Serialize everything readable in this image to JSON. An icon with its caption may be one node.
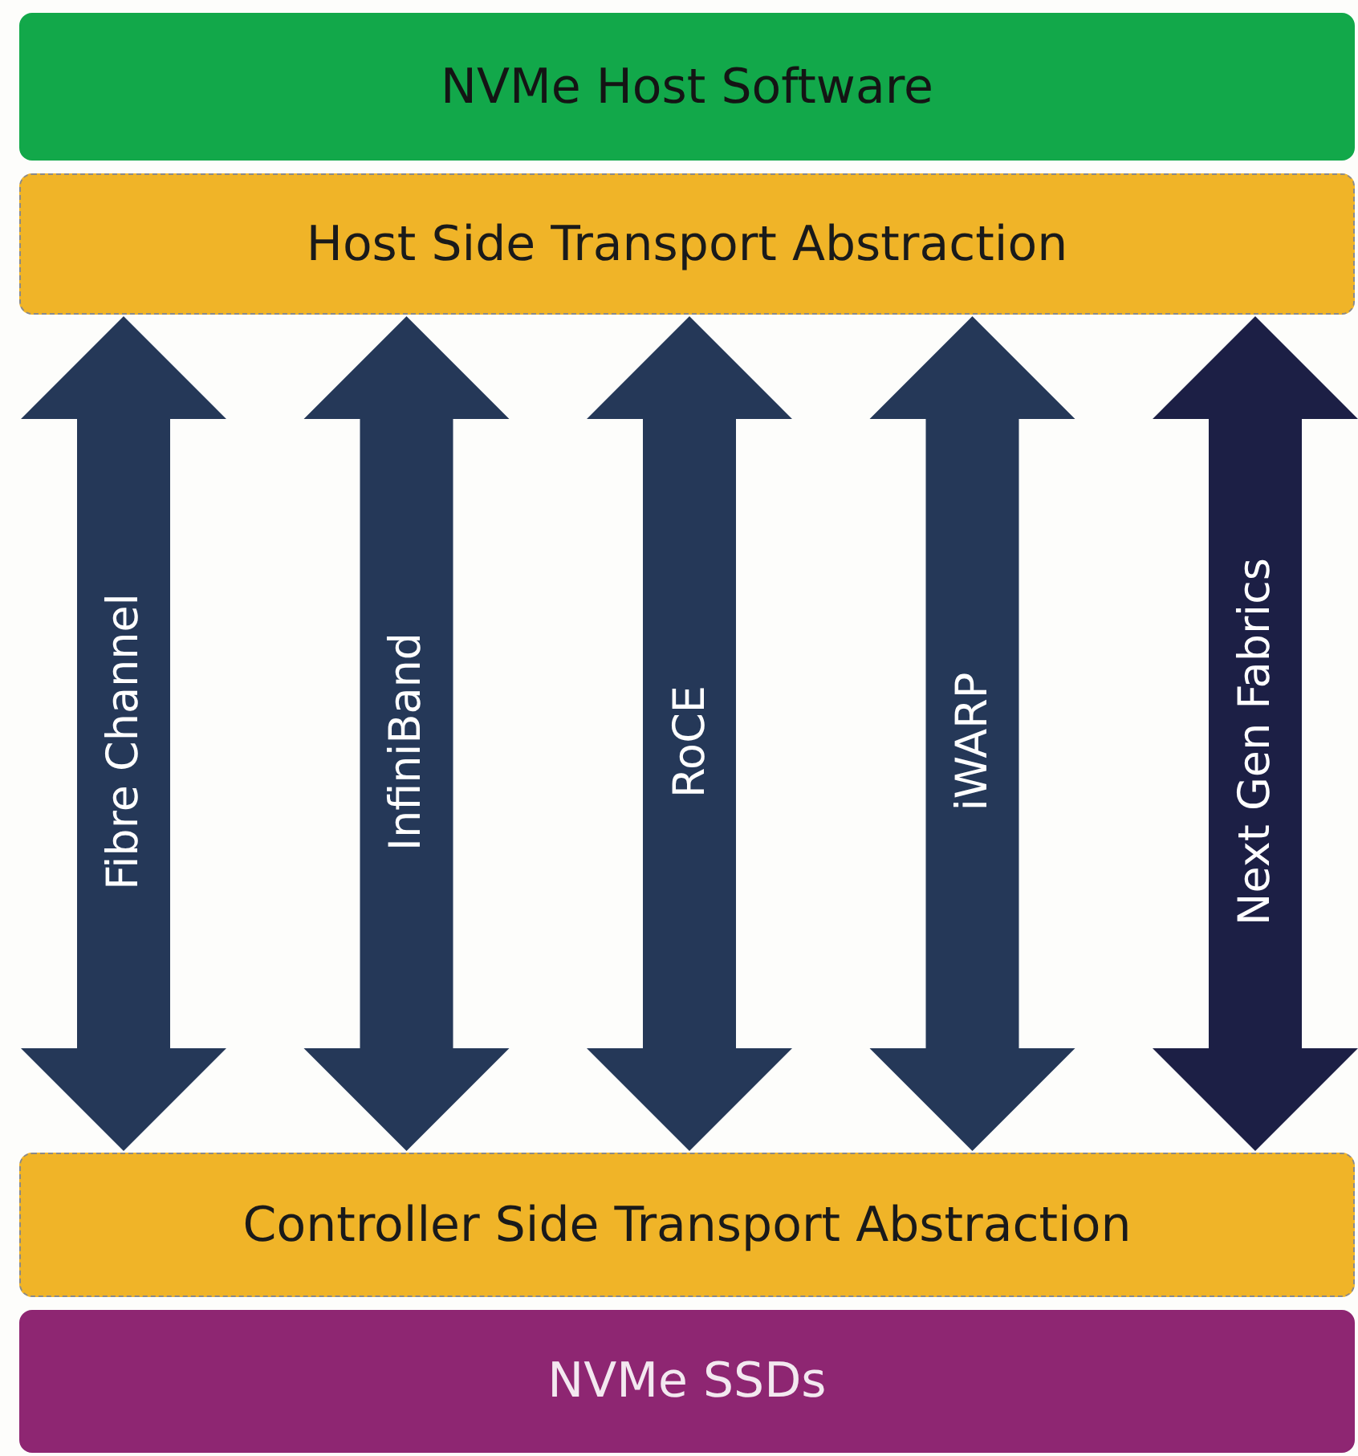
{
  "diagram": {
    "nodes": [
      {
        "text": [
          "NVMe Host Software"
        ]
      },
      {
        "text": [
          "Host Side Transport Abstraction"
        ]
      },
      {
        "text": [
          "Controller Side Transport Abstraction"
        ]
      },
      {
        "text": [
          "NVMe SSDs"
        ]
      }
    ],
    "edges": [
      {
        "from": 1,
        "to": 2,
        "arrow": "both",
        "label": "Fibre Channel"
      },
      {
        "from": 1,
        "to": 2,
        "arrow": "both",
        "label": "InfiniBand"
      },
      {
        "from": 1,
        "to": 2,
        "arrow": "both",
        "label": "RoCE"
      },
      {
        "from": 1,
        "to": 2,
        "arrow": "both",
        "label": "iWARP"
      },
      {
        "from": 1,
        "to": 2,
        "arrow": "both",
        "label": "Next Gen Fabrics",
        "color": "#1c1f45"
      }
    ]
  }
}
